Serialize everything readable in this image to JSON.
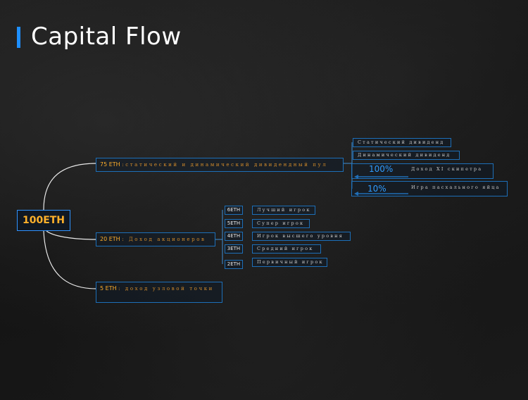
{
  "title": "Capital Flow",
  "root": "100ETH",
  "branches": [
    {
      "amount": "75 ETH",
      "label": ":статический и динамический дивидендный пул"
    },
    {
      "amount": "20 ETH",
      "label": ": Доход акционеров"
    },
    {
      "amount": "5 ETH",
      "label": ": доход узловой точки"
    }
  ],
  "dividends": [
    "Статический дивиденд",
    "Динамический дивиденд"
  ],
  "pools": [
    {
      "percent": "100%",
      "label": "Доход XI скипетра"
    },
    {
      "percent": "10%",
      "label": "Игра пасхального яйца"
    }
  ],
  "ranks": [
    {
      "eth": "6ETH",
      "label": "Лучший игрок"
    },
    {
      "eth": "5ETH",
      "label": "Супер игрок"
    },
    {
      "eth": "4ETH",
      "label": "Игрок высшего уровня"
    },
    {
      "eth": "3ETH",
      "label": "Средний игрок"
    },
    {
      "eth": "2ETH",
      "label": "Первичный игрок"
    }
  ],
  "colors": {
    "accent": "#1e8fff",
    "orange": "#ffb12b",
    "border": "#1d6fb8"
  }
}
